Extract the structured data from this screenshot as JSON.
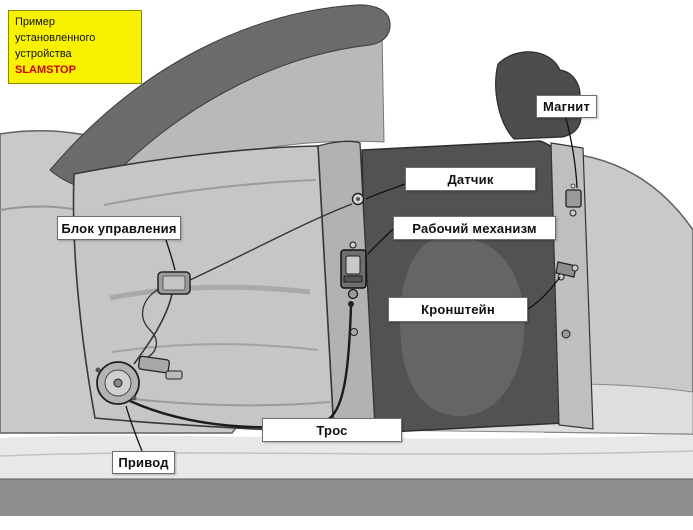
{
  "callout": {
    "line1": "Пример установленного",
    "line2_prefix": "устройства ",
    "brand": "SLAMSTOP"
  },
  "labels": {
    "magnet": "Магнит",
    "sensor": "Датчик",
    "working_mechanism": "Рабочий механизм",
    "bracket": "Кронштейн",
    "control_unit": "Блок управления",
    "cable": "Трос",
    "actuator": "Привод"
  },
  "colors": {
    "callout_bg": "#f8f200",
    "brand_red": "#cc0000",
    "label_border": "#6e6e6e",
    "car_dark": "#525252",
    "car_mid": "#9a9a9a",
    "car_light": "#c9c9c9",
    "ground_band": "#8f8f8f"
  }
}
